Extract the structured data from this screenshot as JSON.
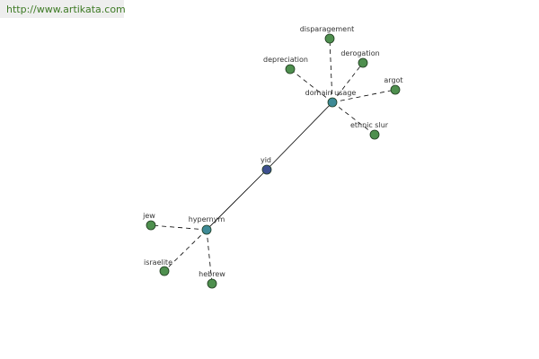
{
  "watermark": "http://www.artikata.com",
  "colors": {
    "center": "#3d4f8f",
    "hub": "#3e8a96",
    "leaf": "#4e8f4e",
    "edge": "#000000",
    "link_text": "#3d7a24"
  },
  "nodes": [
    {
      "id": "yid",
      "label": "yid",
      "kind": "center"
    },
    {
      "id": "domain-usage",
      "label": "domain usage",
      "kind": "hub"
    },
    {
      "id": "hypernym",
      "label": "hypernym",
      "kind": "hub"
    },
    {
      "id": "disparagement",
      "label": "disparagement",
      "kind": "leaf"
    },
    {
      "id": "derogation",
      "label": "derogation",
      "kind": "leaf"
    },
    {
      "id": "depreciation",
      "label": "depreciation",
      "kind": "leaf"
    },
    {
      "id": "argot",
      "label": "argot",
      "kind": "leaf"
    },
    {
      "id": "ethnic-slur",
      "label": "ethnic slur",
      "kind": "leaf"
    },
    {
      "id": "jew",
      "label": "jew",
      "kind": "leaf"
    },
    {
      "id": "israelite",
      "label": "israelite",
      "kind": "leaf"
    },
    {
      "id": "hebrew",
      "label": "hebrew",
      "kind": "leaf"
    }
  ],
  "edges": [
    {
      "from": "yid",
      "to": "domain-usage",
      "style": "solid"
    },
    {
      "from": "yid",
      "to": "hypernym",
      "style": "solid"
    },
    {
      "from": "domain-usage",
      "to": "disparagement",
      "style": "dashed"
    },
    {
      "from": "domain-usage",
      "to": "derogation",
      "style": "dashed"
    },
    {
      "from": "domain-usage",
      "to": "depreciation",
      "style": "dashed"
    },
    {
      "from": "domain-usage",
      "to": "argot",
      "style": "dashed"
    },
    {
      "from": "domain-usage",
      "to": "ethnic-slur",
      "style": "dashed"
    },
    {
      "from": "hypernym",
      "to": "jew",
      "style": "dashed"
    },
    {
      "from": "hypernym",
      "to": "israelite",
      "style": "dashed"
    },
    {
      "from": "hypernym",
      "to": "hebrew",
      "style": "dashed"
    }
  ]
}
